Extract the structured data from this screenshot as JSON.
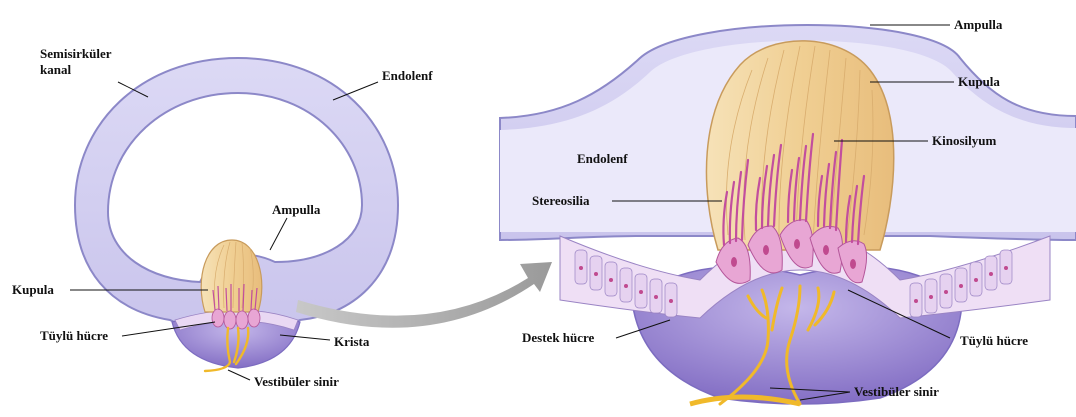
{
  "left_panel": {
    "labels": {
      "semicircular_canal_line1": "Semisirküler",
      "semicircular_canal_line2": "kanal",
      "endolymph": "Endolenf",
      "ampulla": "Ampulla",
      "cupula": "Kupula",
      "hair_cell": "Tüylü hücre",
      "crista": "Krista",
      "vestibular_nerve": "Vestibüler sinir"
    }
  },
  "right_panel": {
    "labels": {
      "ampulla": "Ampulla",
      "cupula": "Kupula",
      "kinocilium": "Kinosilyum",
      "endolymph": "Endolenf",
      "stereocilia": "Stereosilia",
      "supporting_cell": "Destek hücre",
      "hair_cell": "Tüylü hücre",
      "vestibular_nerve": "Vestibüler sinir"
    }
  },
  "colors": {
    "canal_fill": "#e6e4f7",
    "canal_stroke": "#8c88c8",
    "cupula_fill": "#f3d9a6",
    "cupula_stroke": "#c89b5c",
    "hair_cell_fill": "#e8a6d4",
    "stereocilia": "#c24e9e",
    "crista_fill": "#9b89cf",
    "nerve": "#f0b92a",
    "arrow": "#a8a8a8"
  }
}
